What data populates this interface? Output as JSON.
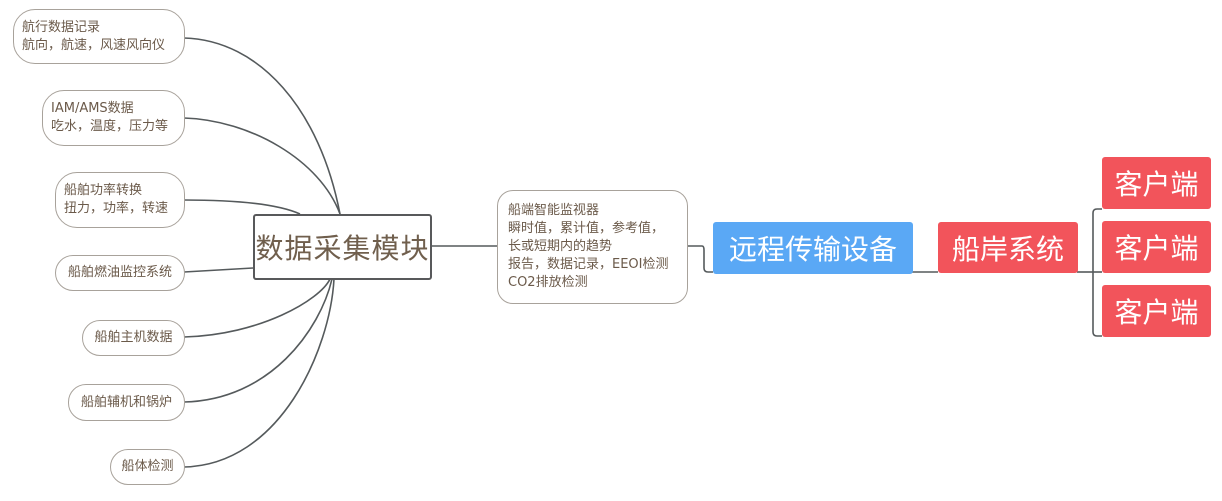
{
  "central_node": {
    "label": "数据采集模块"
  },
  "left_nodes": [
    {
      "lines": [
        "航行数据记录",
        "航向，航速，风速风向仪"
      ]
    },
    {
      "lines": [
        "IAM/AMS数据",
        "吃水，温度，压力等"
      ]
    },
    {
      "lines": [
        "船舶功率转换",
        "扭力，功率，转速"
      ]
    },
    {
      "lines": [
        "船舶燃油监控系统"
      ]
    },
    {
      "lines": [
        "船舶主机数据"
      ]
    },
    {
      "lines": [
        "船舶辅机和锅炉"
      ]
    },
    {
      "lines": [
        "船体检测"
      ]
    }
  ],
  "monitor_node": {
    "lines": [
      "船端智能监视器",
      "瞬时值，累计值，参考值，",
      "长或短期内的趋势",
      "报告，数据记录，EEOI检测",
      "CO2排放检测"
    ]
  },
  "transmission_node": {
    "label": "远程传输设备",
    "color": "#5aa8f5"
  },
  "shore_node": {
    "label": "船岸系统",
    "color": "#f2545b"
  },
  "client_nodes": [
    {
      "label": "客户端",
      "color": "#f2545b"
    },
    {
      "label": "客户端",
      "color": "#f2545b"
    },
    {
      "label": "客户端",
      "color": "#f2545b"
    }
  ],
  "colors": {
    "connector": "#555a5c",
    "leaf_border": "#a8a29b",
    "leaf_text": "#6b5a4a",
    "central_text": "#705f4d"
  }
}
